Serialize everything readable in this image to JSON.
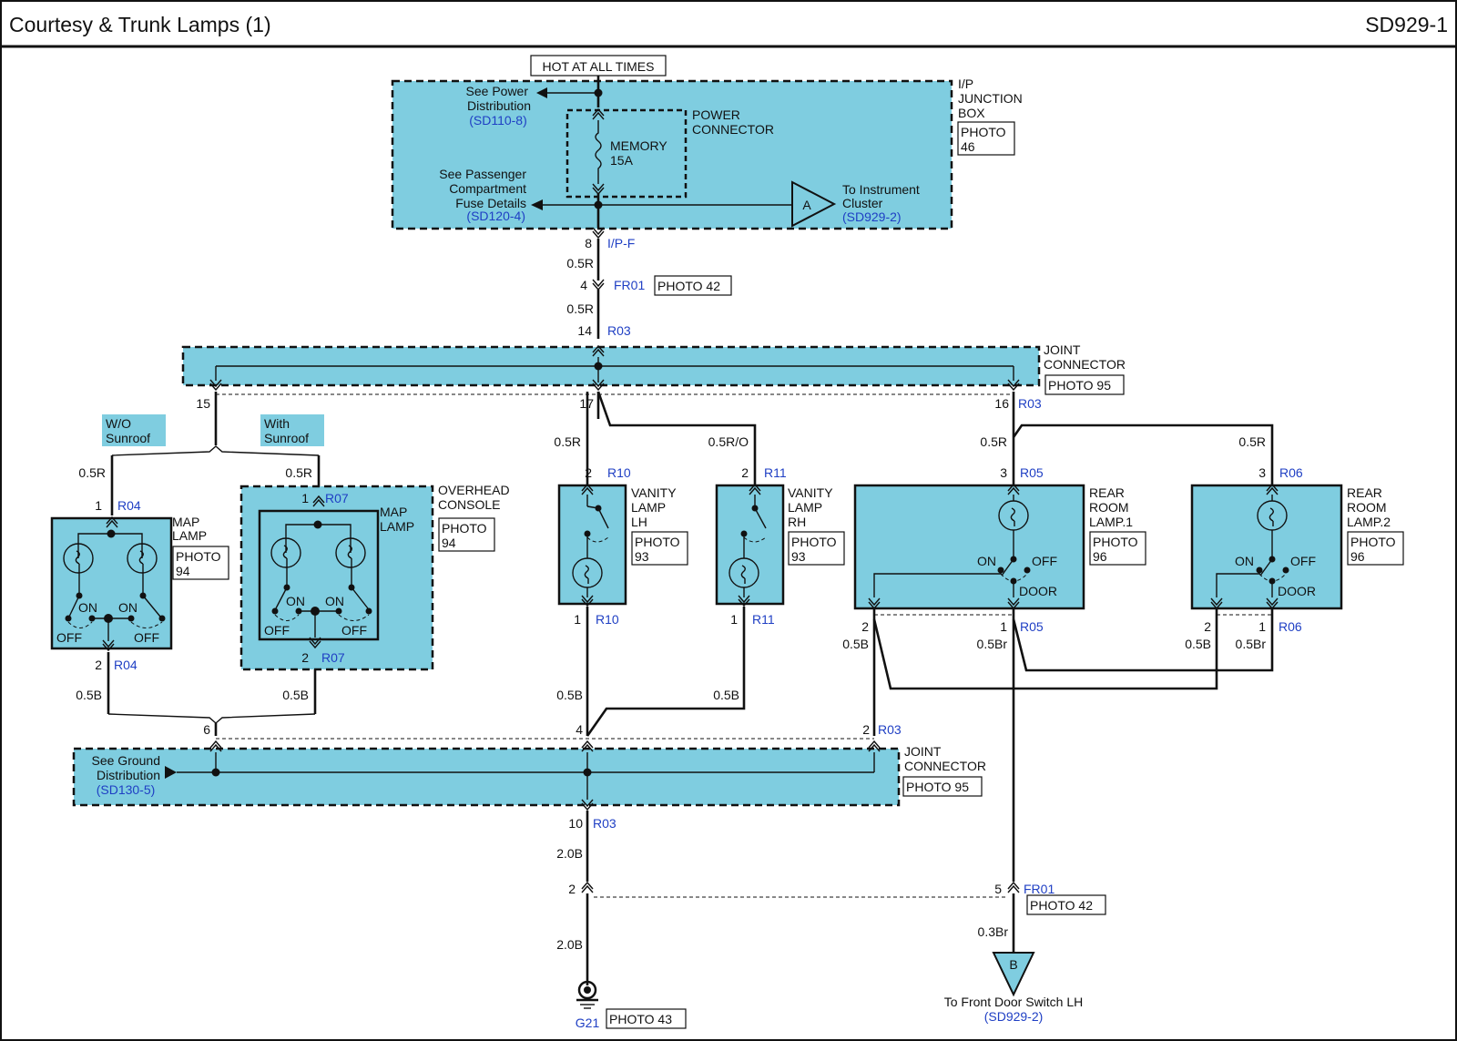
{
  "header": {
    "title": "Courtesy & Trunk Lamps (1)",
    "code": "SD929-1"
  },
  "labels": {
    "hot": "HOT AT ALL TIMES",
    "see_power_1": "See Power",
    "see_power_2": "Distribution",
    "see_power_ref": "(SD110-8)",
    "pwr_conn_1": "POWER",
    "pwr_conn_2": "CONNECTOR",
    "memory_1": "MEMORY",
    "memory_2": "15A",
    "ipjb_1": "I/P",
    "ipjb_2": "JUNCTION",
    "ipjb_3": "BOX",
    "photo46_1": "PHOTO",
    "photo46_2": "46",
    "see_pass_1": "See Passenger",
    "see_pass_2": "Compartment",
    "see_pass_3": "Fuse Details",
    "see_pass_ref": "(SD120-4)",
    "conn_a": "A",
    "to_ic_1": "To Instrument",
    "to_ic_2": "Cluster",
    "to_ic_ref": "(SD929-2)",
    "pin_8": "8",
    "ipf": "I/P-F",
    "g_05r_1": "0.5R",
    "pin_4": "4",
    "fr01_1": "FR01",
    "photo42_1": "PHOTO 42",
    "g_05r_2": "0.5R",
    "pin_14": "14",
    "r03_1": "R03",
    "jc_1": "JOINT",
    "jc_2": "CONNECTOR",
    "photo95_1": "PHOTO 95",
    "pin_15": "15",
    "pin_17": "17",
    "pin_16": "16",
    "r03_2": "R03",
    "wo_sunroof_1": "W/O",
    "wo_sunroof_2": "Sunroof",
    "with_sunroof_1": "With",
    "with_sunroof_2": "Sunroof",
    "g_05r_3": "0.5R",
    "g_05r_4": "0.5R",
    "g_05r_5": "0.5R",
    "g_05ro": "0.5R/O",
    "g_05r_6": "0.5R",
    "g_05r_7": "0.5R",
    "pin_1_r04": "1",
    "r04_1": "R04",
    "map_lamp_1": "MAP",
    "map_lamp_2": "LAMP",
    "photo94a_1": "PHOTO",
    "photo94a_2": "94",
    "on_a1": "ON",
    "on_a2": "ON",
    "off_a1": "OFF",
    "off_a2": "OFF",
    "pin_2_r04": "2",
    "r04_2": "R04",
    "pin_1_r07": "1",
    "r07_1": "R07",
    "map_lamp_b1": "MAP",
    "map_lamp_b2": "LAMP",
    "ohc_1": "OVERHEAD",
    "ohc_2": "CONSOLE",
    "photo94b_1": "PHOTO",
    "photo94b_2": "94",
    "on_b1": "ON",
    "on_b2": "ON",
    "off_b1": "OFF",
    "off_b2": "OFF",
    "pin_2_r07": "2",
    "r07_2": "R07",
    "pin_2_r10": "2",
    "r10_1": "R10",
    "vlh_1": "VANITY",
    "vlh_2": "LAMP",
    "vlh_3": "LH",
    "photo93a_1": "PHOTO",
    "photo93a_2": "93",
    "pin_1_r10": "1",
    "r10_2": "R10",
    "pin_2_r11": "2",
    "r11_1": "R11",
    "vrh_1": "VANITY",
    "vrh_2": "LAMP",
    "vrh_3": "RH",
    "photo93b_1": "PHOTO",
    "photo93b_2": "93",
    "pin_1_r11": "1",
    "r11_2": "R11",
    "pin_3_r05": "3",
    "r05_1": "R05",
    "rrl1_1": "REAR",
    "rrl1_2": "ROOM",
    "rrl1_3": "LAMP.1",
    "photo96a_1": "PHOTO",
    "photo96a_2": "96",
    "on_c": "ON",
    "off_c": "OFF",
    "door_c": "DOOR",
    "pin_2_r05": "2",
    "pin_1_r05": "1",
    "r05_2": "R05",
    "g_05b_c": "0.5B",
    "g_05br_c": "0.5Br",
    "pin_3_r06": "3",
    "r06_1": "R06",
    "rrl2_1": "REAR",
    "rrl2_2": "ROOM",
    "rrl2_3": "LAMP.2",
    "photo96b_1": "PHOTO",
    "photo96b_2": "96",
    "on_d": "ON",
    "off_d": "OFF",
    "door_d": "DOOR",
    "pin_2_r06": "2",
    "pin_1_r06": "1",
    "r06_2": "R06",
    "g_05b_d": "0.5B",
    "g_05br_d": "0.5Br",
    "g_05b_1": "0.5B",
    "g_05b_2": "0.5B",
    "g_05b_3": "0.5B",
    "g_05b_4": "0.5B",
    "pin_6": "6",
    "pin_4b": "4",
    "pin_2_r03": "2",
    "r03_3": "R03",
    "see_gnd_1": "See Ground",
    "see_gnd_2": "Distribution",
    "see_gnd_ref": "(SD130-5)",
    "jc2_1": "JOINT",
    "jc2_2": "CONNECTOR",
    "photo95_2": "PHOTO 95",
    "pin_10": "10",
    "r03_4": "R03",
    "g_20b_1": "2.0B",
    "pin_2b": "2",
    "g_20b_2": "2.0B",
    "g21": "G21",
    "photo43": "PHOTO 43",
    "pin_5": "5",
    "fr01_2": "FR01",
    "photo42_2": "PHOTO 42",
    "g_03br": "0.3Br",
    "conn_b": "B",
    "to_fds": "To Front Door Switch LH",
    "to_fds_ref": "(SD929-2)"
  },
  "colors": {
    "box_fill": "#7fcde0",
    "ref_text": "#1f3fc4",
    "line": "#111111"
  }
}
